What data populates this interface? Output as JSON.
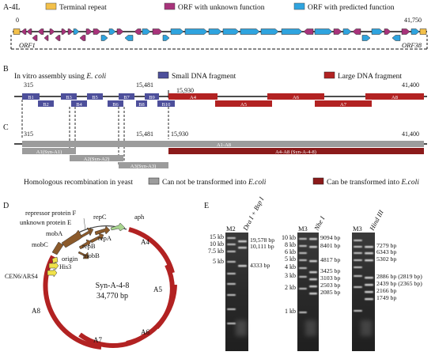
{
  "colors": {
    "terminal_repeat": "#f3c04a",
    "orf_unknown": "#a8337b",
    "orf_predicted": "#2fa4df",
    "small_fragment": "#4d4f9b",
    "large_fragment": "#b22222",
    "not_transformed": "#9c9c9c",
    "transformed": "#8b1a1a",
    "plasmid_brown": "#8b5a2b",
    "plasmid_yellow": "#f0e24a",
    "plasmid_green": "#a8d48f"
  },
  "panelA": {
    "letter": "A",
    "title": "A-4L",
    "legend": {
      "terminal_repeat": "Terminal repeat",
      "orf_unknown": "ORF with unknown function",
      "orf_predicted": "ORF with predicted function"
    },
    "start_coord": "0",
    "end_coord": "41,750",
    "orf_first": "ORF1",
    "orf_last": "ORF38"
  },
  "panelB": {
    "letter": "B",
    "title": "In vitro assembly using E. coli",
    "legend": {
      "small": "Small DNA fragment",
      "large": "Large DNA fragment"
    },
    "coords": [
      "315",
      "15,481",
      "15,930",
      "41,400"
    ],
    "small_fragments": [
      "B1",
      "B2",
      "B3",
      "B4",
      "B5",
      "B6",
      "B7",
      "B8",
      "B9",
      "B10"
    ],
    "large_fragments": [
      "A4",
      "A5",
      "A6",
      "A7",
      "A8"
    ]
  },
  "panelC": {
    "letter": "C",
    "coords": [
      "315",
      "15,481",
      "15,930",
      "41,400"
    ],
    "bar_a1_a8": "A1-A8",
    "bar_a1": "A1(Syn-A1)",
    "bar_a2": "A2(Syn-A2)",
    "bar_a3": "A3(Syn-A3)",
    "bar_a4_a8": "A4-A8 (Syn-A-4-8)",
    "caption": "Homologous recombination in yeast",
    "legend": {
      "not": "Can not be transformed into",
      "can": "Can be transformed into",
      "organism": "E.coli"
    }
  },
  "panelD": {
    "letter": "D",
    "name": "Syn-A-4-8",
    "size": "34,770 bp",
    "labels": {
      "repressor": "repressor protein F",
      "unknown": "unknown protein E",
      "repC": "repC",
      "aph": "aph",
      "mobA": "mobA",
      "mobC": "mobC",
      "repA": "repA",
      "repB": "repB",
      "mobB": "mobB",
      "origin": "origin",
      "his3": "His3",
      "cen": "CEN6/ARS4",
      "A4": "A4",
      "A5": "A5",
      "A6": "A6",
      "A7": "A7",
      "A8": "A8"
    }
  },
  "panelE": {
    "letter": "E",
    "gel1": {
      "marker": "M2",
      "enzyme": "Dra I + Bsp I",
      "ladder": [
        "15 kb",
        "10 kb",
        "7.5 kb",
        "5 kb"
      ],
      "bands": [
        "19,578 bp",
        "10,111 bp",
        "4333 bp"
      ]
    },
    "gel2": {
      "marker": "M3",
      "enzyme": "Nhe I",
      "ladder": [
        "10 kb",
        "8 kb",
        "6 kb",
        "5 kb",
        "4 kb",
        "3 kb",
        "2 kb",
        "1 kb"
      ],
      "bands": [
        "9094 bp",
        "8401 bp",
        "4817 bp",
        "3425 bp",
        "3103 bp",
        "2503 bp",
        "2085 bp"
      ]
    },
    "gel3": {
      "marker": "M3",
      "enzyme": "Hind III",
      "bands": [
        "7279 bp",
        "6343 bp",
        "5302 bp",
        "2886 bp (2819 bp)",
        "2439 bp (2365 bp)",
        "2166 bp",
        "1749 bp"
      ]
    }
  }
}
